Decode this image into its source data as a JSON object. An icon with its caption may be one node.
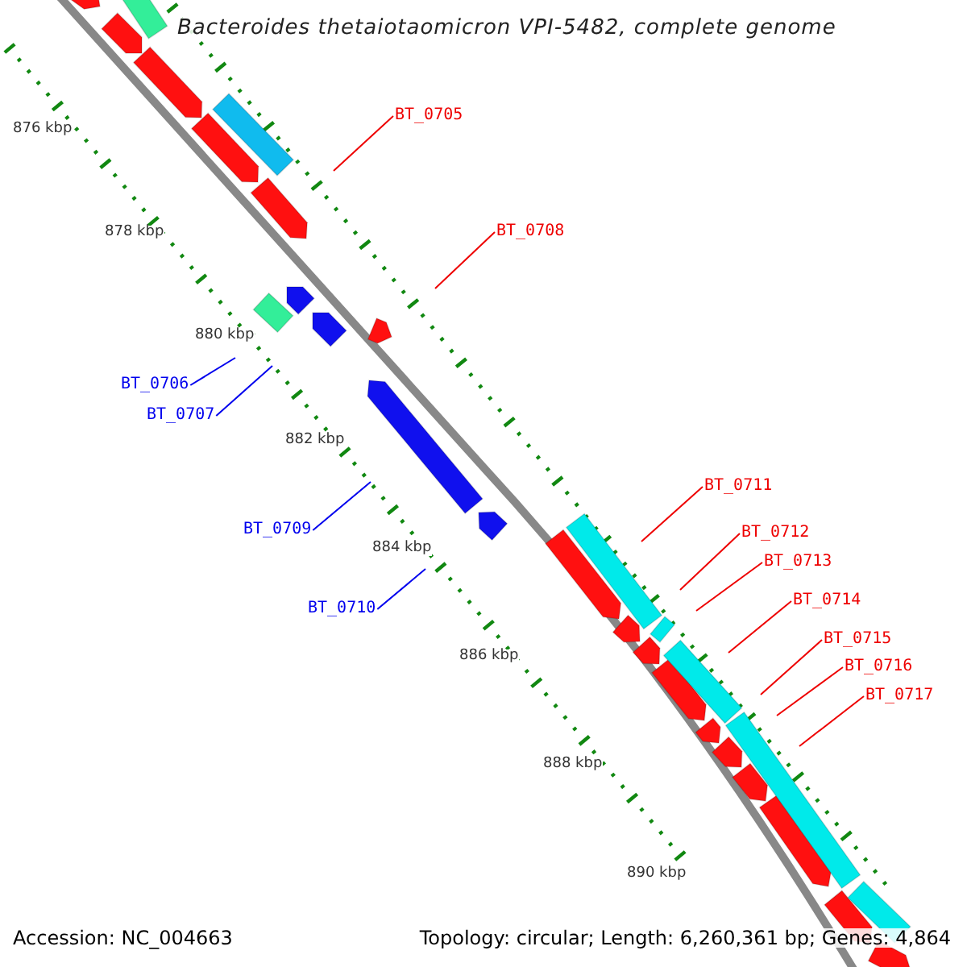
{
  "diagram": {
    "title": "Bacteroides thetaiotaomicron VPI-5482, complete genome",
    "nodes": [
      {
        "text": [
          "BT_0705"
        ]
      },
      {
        "text": [
          "BT_0708"
        ]
      },
      {
        "text": [
          "BT_0706"
        ]
      },
      {
        "text": [
          "BT_0707"
        ]
      },
      {
        "text": [
          "BT_0709"
        ]
      },
      {
        "text": [
          "BT_0711"
        ]
      },
      {
        "text": [
          "BT_0712"
        ]
      },
      {
        "text": [
          "BT_0713"
        ]
      },
      {
        "text": [
          "BT_0710"
        ]
      },
      {
        "text": [
          "BT_0714"
        ]
      },
      {
        "text": [
          "BT_0715"
        ]
      },
      {
        "text": [
          "BT_0716"
        ]
      },
      {
        "text": [
          "BT_0717"
        ]
      }
    ],
    "edges": [
      {
        "from": 0,
        "to": null,
        "arrow": "none"
      },
      {
        "from": 1,
        "to": null,
        "arrow": "none"
      },
      {
        "from": 2,
        "to": null,
        "arrow": "none",
        "color": "#0000ee"
      },
      {
        "from": 3,
        "to": null,
        "arrow": "none",
        "color": "#0000ee"
      },
      {
        "from": 4,
        "to": null,
        "arrow": "none",
        "color": "#0000ee"
      },
      {
        "from": 5,
        "to": null,
        "arrow": "none"
      },
      {
        "from": 6,
        "to": null,
        "arrow": "none"
      },
      {
        "from": 7,
        "to": null,
        "arrow": "none"
      },
      {
        "from": 8,
        "to": null,
        "arrow": "none",
        "color": "#0000ee"
      },
      {
        "from": 9,
        "to": null,
        "arrow": "none"
      },
      {
        "from": 10,
        "to": null,
        "arrow": "none"
      },
      {
        "from": 11,
        "to": null,
        "arrow": "none"
      },
      {
        "from": 12,
        "to": null,
        "arrow": "none"
      }
    ],
    "labels": [
      "876 kbp",
      "878 kbp",
      "880 kbp",
      "882 kbp",
      "884 kbp",
      "886 kbp",
      "888 kbp",
      "890 kbp",
      "Accession: NC_004663",
      "Topology: circular; Length: 6,260,361 bp; Genes: 4,864"
    ]
  }
}
